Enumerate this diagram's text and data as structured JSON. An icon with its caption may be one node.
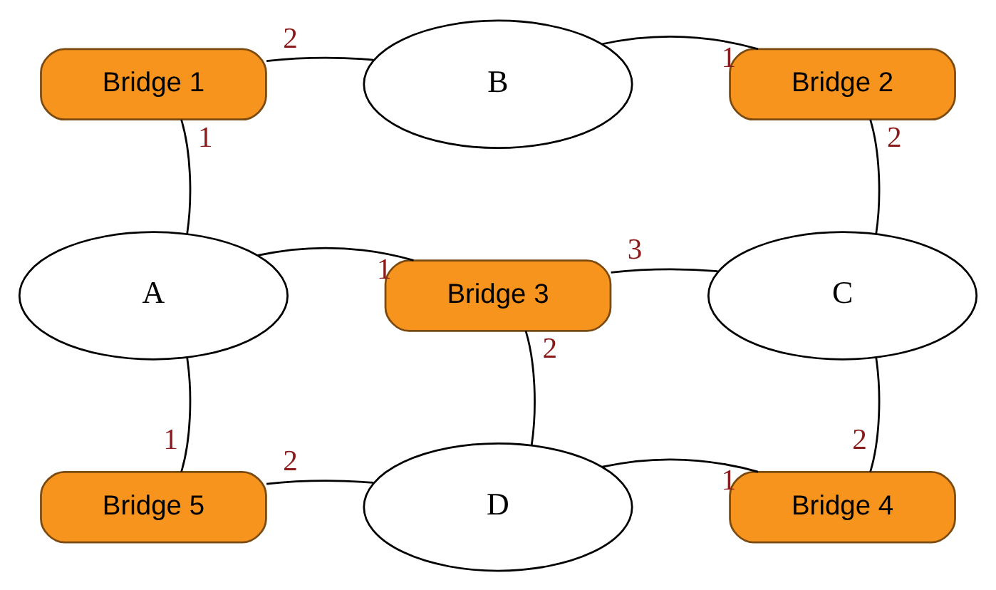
{
  "diagram": {
    "nodes": [
      {
        "text": [
          "Bridge 1"
        ]
      },
      {
        "text": [
          "B"
        ]
      },
      {
        "text": [
          "Bridge 2"
        ]
      },
      {
        "text": [
          "A"
        ]
      },
      {
        "text": [
          "Bridge 3"
        ]
      },
      {
        "text": [
          "C"
        ]
      },
      {
        "text": [
          "Bridge 5"
        ]
      },
      {
        "text": [
          "D"
        ]
      },
      {
        "text": [
          "Bridge 4"
        ]
      }
    ],
    "edges": [
      {
        "from": 0,
        "to": 1,
        "arrow": "none",
        "label": "2"
      },
      {
        "from": 0,
        "to": 3,
        "arrow": "none",
        "label": "1"
      },
      {
        "from": 2,
        "to": 1,
        "arrow": "none",
        "label": "1"
      },
      {
        "from": 2,
        "to": 5,
        "arrow": "none",
        "label": "2"
      },
      {
        "from": 4,
        "to": 3,
        "arrow": "none",
        "label": "1"
      },
      {
        "from": 4,
        "to": 5,
        "arrow": "none",
        "label": "3"
      },
      {
        "from": 4,
        "to": 7,
        "arrow": "none",
        "label": "2"
      },
      {
        "from": 6,
        "to": 3,
        "arrow": "none",
        "label": "1"
      },
      {
        "from": 6,
        "to": 7,
        "arrow": "none",
        "label": "2"
      },
      {
        "from": 8,
        "to": 5,
        "arrow": "none",
        "label": "2"
      },
      {
        "from": 8,
        "to": 7,
        "arrow": "none",
        "label": "1"
      }
    ]
  }
}
